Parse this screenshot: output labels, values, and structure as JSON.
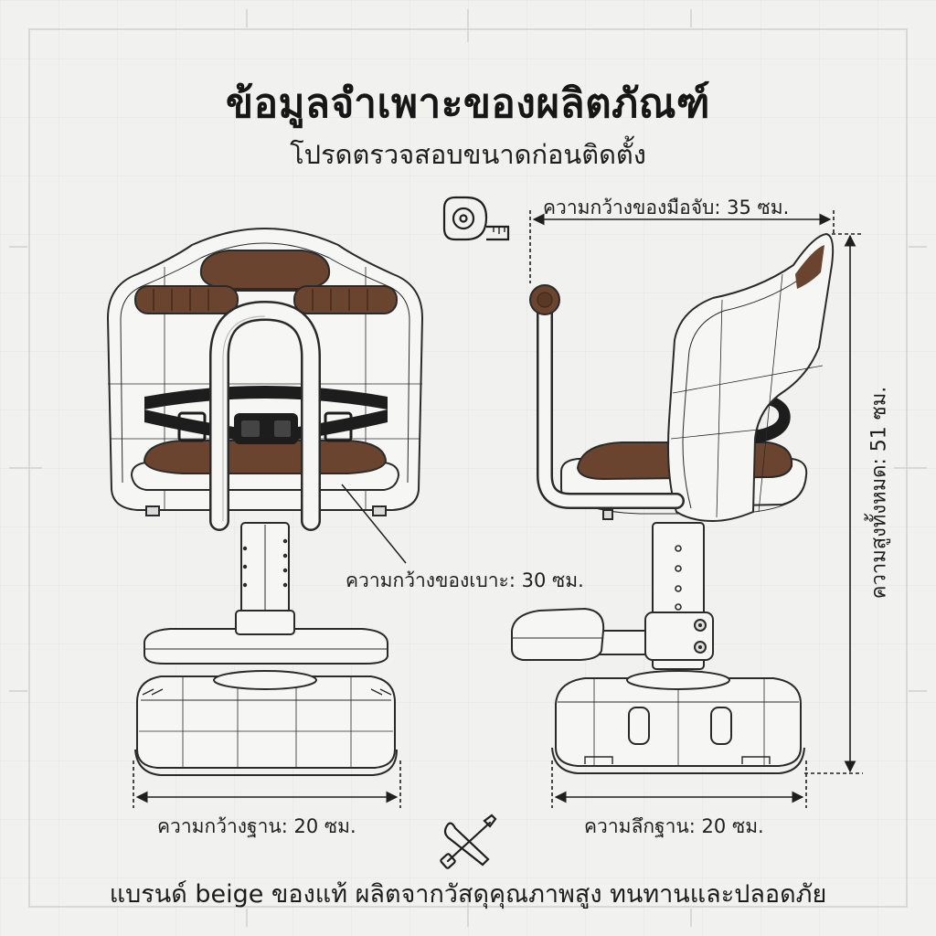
{
  "title": "ข้อมูลจำเพาะของผลิตภัณฑ์",
  "subtitle": "โปรดตรวจสอบขนาดก่อนติดตั้ง",
  "dimensions": {
    "handle_width": "ความกว้างของมือจับ: 35 ซม.",
    "seat_width": "ความกว้างของเบาะ: 30 ซม.",
    "base_width": "ความกว้างฐาน: 20 ซม.",
    "base_depth": "ความลึกฐาน: 20 ซม.",
    "total_height": "ความสูงทั้งหมด: 51 ซม."
  },
  "footer": "แบรนด์ beige ของแท้ ผลิตจากวัสดุคุณภาพสูง ทนทานและปลอดภัย",
  "icons": [
    "tape-measure-icon",
    "tools-icon"
  ],
  "colors": {
    "background": "#f1f1ef",
    "cushion": "#6b4430",
    "line": "#2a2a2a",
    "strap": "#1d1d1d"
  }
}
